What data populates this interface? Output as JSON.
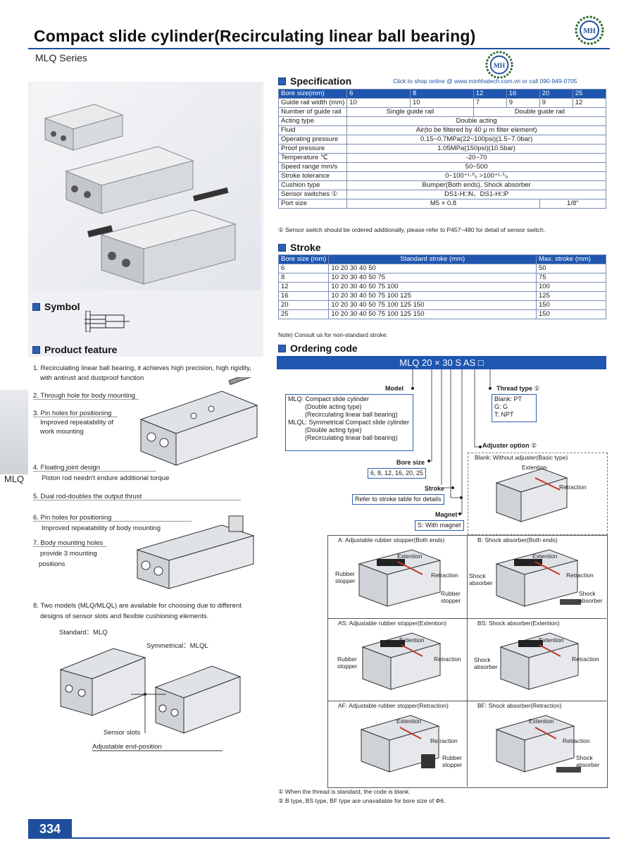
{
  "header": {
    "title": "Compact slide cylinder(Recirculating linear ball bearing)",
    "series": "MLQ Series",
    "logo_text": "MH",
    "page_number": "334",
    "side_tab": "MLQ"
  },
  "specification": {
    "heading": "Specification",
    "shop_link": "Click to shop online @ www.minhhatech.com.vn or call 090-949-0705",
    "header_row": [
      "Bore size(mm)",
      "6",
      "8",
      "12",
      "16",
      "20",
      "25"
    ],
    "guide_width": [
      "Guide rail width    (mm)",
      "10",
      "10",
      "7",
      "9",
      "9",
      "12"
    ],
    "guide_number": {
      "label": "Number of guide rail",
      "single": "Single guide rail",
      "double": "Double guide rail"
    },
    "rows": [
      [
        "Acting type",
        "Double acting"
      ],
      [
        "Fluid",
        "Air(to be filtered by 40 μ m filter element)"
      ],
      [
        "Operating pressure",
        "0.15~0.7MPa(22~100psi)(1.5~7.0bar)"
      ],
      [
        "Proof pressure",
        "1.05MPa(150psi)(10.5bar)"
      ],
      [
        "Temperature   ℃",
        "-20~70"
      ],
      [
        "Speed range  mm/s",
        "50~500"
      ],
      [
        "Stroke tolerance",
        "0~100⁺¹·⁰₀   >100⁺¹·⁵₀"
      ],
      [
        "Cushion type",
        "Bumper(Both ends),  Shock absorber"
      ],
      [
        "Sensor switches ①",
        "DS1-H□N、DS1-H□P"
      ]
    ],
    "port_size": {
      "label": "Port size",
      "value1": "M5 × 0.8",
      "value2": "1/8\""
    },
    "note": "① Sensor switch should be ordered additionally, please refer to P457~480 for detail of sensor switch."
  },
  "stroke": {
    "heading": "Stroke",
    "headers": [
      "Bore size (mm)",
      "Standard stroke  (mm)",
      "Max. stroke  (mm)"
    ],
    "rows": [
      [
        "6",
        "10  20  30  40  50",
        "50"
      ],
      [
        "8",
        "10  20  30  40  50  75",
        "75"
      ],
      [
        "12",
        "10  20  30  40  50  75  100",
        "100"
      ],
      [
        "16",
        "10  20  30  40  50  75  100  125",
        "125"
      ],
      [
        "20",
        "10  20  30  40  50  75  100  125  150",
        "150"
      ],
      [
        "25",
        "10  20  30  40  50  75  100  125  150",
        "150"
      ]
    ],
    "note": "Note) Consult us for non-standard stroke."
  },
  "ordering": {
    "heading": "Ordering code",
    "code": "MLQ  20 × 30 S AS □",
    "model_label": "Model",
    "model_lines": [
      "MLQ: Compact slide cylinder",
      "(Double acting type)",
      "(Recirculating linear ball bearing)",
      "MLQL: Symmetrical Compact slide cylinder",
      "(Double acting type)",
      "(Recirculating linear ball bearing)"
    ],
    "bore_label": "Bore size",
    "bore_value": "6, 8, 12, 16, 20, 25",
    "stroke_label": "Stroke",
    "stroke_value": "Refer to stroke table for details",
    "magnet_label": "Magnet",
    "magnet_value": "S: With magnet",
    "thread_label": "Thread type",
    "thread_mark": "①",
    "thread_values": [
      "Blank: PT",
      "G: G",
      "T: NPT"
    ],
    "adjuster_label": "Adjuster option",
    "adjuster_mark": "②",
    "blank_caption": "Blank: Without adjuster(Basic type)",
    "panels": [
      {
        "caption": "A: Adjustable rubber stopper(Both ends)",
        "left": "Rubber\nstopper",
        "right": "Rubber\nstopper"
      },
      {
        "caption": "B: Shock absorber(Both ends)",
        "left": "Shock\nabsorber",
        "right": "Shock\nabsorber"
      },
      {
        "caption": "AS: Adjustable rubber stopper(Extention)",
        "left": "Rubber\nstopper",
        "right": ""
      },
      {
        "caption": "BS: Shock absorber(Extention)",
        "left": "Shock\nabsorber",
        "right": ""
      },
      {
        "caption": "AF: Adjustable rubber stopper(Retraction)",
        "left": "",
        "right": "Rubber\nstopper"
      },
      {
        "caption": "BF: Shock absorber(Retraction)",
        "left": "",
        "right": "Shock\nabsorber"
      }
    ],
    "extention": "Extention",
    "retraction": "Retraction",
    "footnotes": [
      "① When the thread is standard, the code is blank.",
      "② B type, BS type, BF type are unavailable for bore size of Φ6."
    ]
  },
  "symbol": {
    "heading": "Symbol"
  },
  "feature": {
    "heading": "Product feature",
    "items": [
      "1. Recirculating linear ball bearing, it achieves high precision, high rigidity,",
      "with antirust and dustproof function",
      "2. Through hole for body mounting",
      "3. Pin holes for positioning",
      "Improved repeatability of",
      "work mounting",
      "4. Floating joint design",
      "Piston rod needn't endure additional torque",
      "5. Dual rod-doubles the output thrust",
      "6. Pin holes for positioning",
      "Improved repeatability of body mounting",
      "7. Body mounting holes",
      "provide 3 mounting",
      "positions",
      "8. Two models (MLQ/MLQL) are available for choosing due to different",
      "designs of sensor slots and flexible cushioning elements."
    ],
    "standard_label": "Standard：MLQ",
    "symmetrical_label": "Symmetrical：MLQL",
    "sensor_slots": "Sensor slots",
    "end_position": "Adjustable end-position"
  }
}
